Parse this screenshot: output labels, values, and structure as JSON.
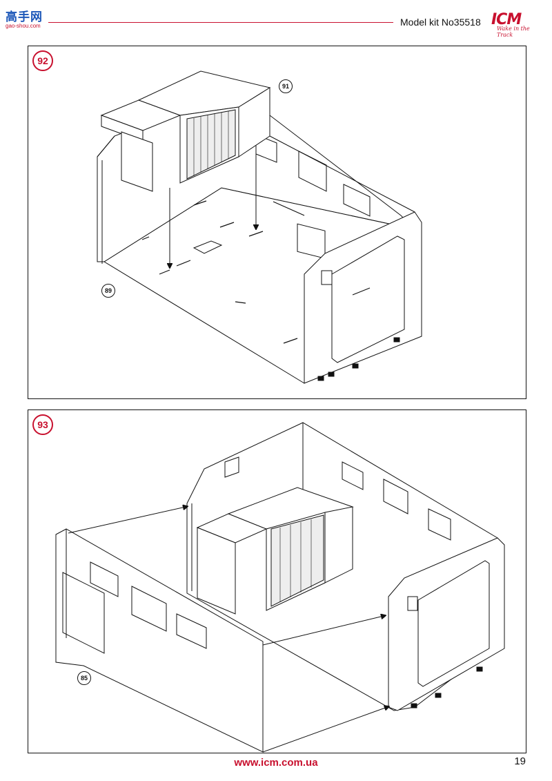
{
  "header": {
    "site_logo_chars": "高手网",
    "site_logo_url": "gao-shou.com",
    "kit_label": "Model kit No35518",
    "brand_word": "ICM",
    "brand_tagline": "Wake in the Track"
  },
  "steps": [
    {
      "number": "92",
      "parts": [
        "91",
        "89"
      ]
    },
    {
      "number": "93",
      "parts": [
        "85"
      ]
    }
  ],
  "footer": {
    "url": "www.icm.com.ua",
    "page_number": "19"
  },
  "colors": {
    "accent": "#c8102e",
    "logo_blue": "#1b56b8",
    "line": "#111111"
  }
}
